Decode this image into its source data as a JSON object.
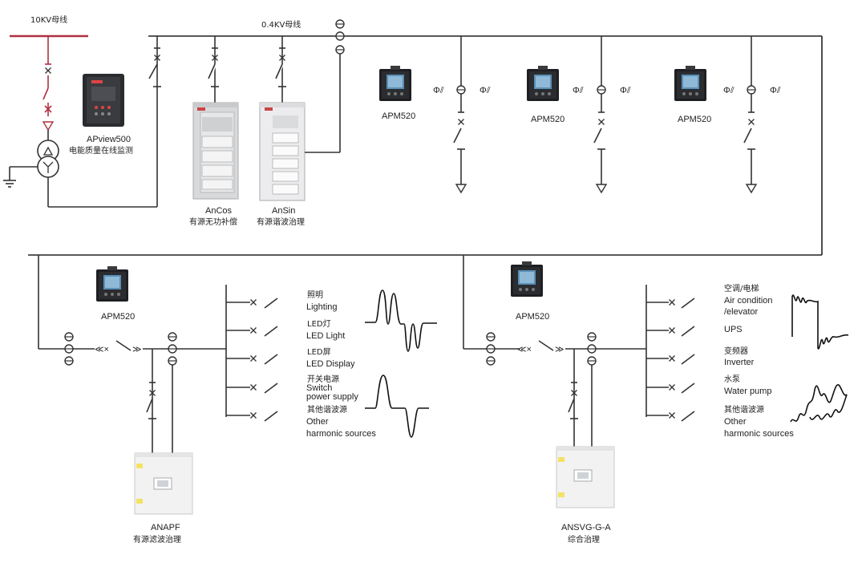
{
  "buses": {
    "hv_label": "10KV母线",
    "lv_label": "0.4KV母线"
  },
  "monitor": {
    "model": "APview500",
    "desc": "电能质量在线监测"
  },
  "cabinets": [
    {
      "model": "AnCos",
      "desc": "有源无功补偿"
    },
    {
      "model": "AnSin",
      "desc": "有源谐波治理"
    }
  ],
  "meters": {
    "label": "APM520"
  },
  "left_panel": {
    "meter_label": "APM520",
    "loads": [
      {
        "cn": "照明",
        "en": "Lighting"
      },
      {
        "cn": "LED灯",
        "en": "LED Light"
      },
      {
        "cn": "LED屏",
        "en": "LED Display"
      },
      {
        "cn": "开关电源",
        "en": "Switch",
        "en2": "power supply"
      },
      {
        "cn": "其他谐波源",
        "en": "Other",
        "en2": "harmonic sources"
      }
    ],
    "device_model": "ANAPF",
    "device_desc": "有源滤波治理"
  },
  "right_panel": {
    "meter_label": "APM520",
    "loads": [
      {
        "cn": "空调/电梯",
        "en": "Air condition",
        "en2": "/elevator"
      },
      {
        "cn": "",
        "en": "UPS"
      },
      {
        "cn": "变频器",
        "en": "Inverter"
      },
      {
        "cn": "水泵",
        "en": "Water pump"
      },
      {
        "cn": "其他谐波源",
        "en": "Other",
        "en2": "harmonic sources"
      }
    ],
    "device_model": "ANSVG-G-A",
    "device_desc": "综合治理"
  },
  "colors": {
    "line": "#333333",
    "breaker_red": "#b03040",
    "cabinet_gray": "#d8d9db",
    "device_body": "#f2f2f2",
    "warning_yellow": "#f3e264",
    "screen": "#5a8fb8"
  }
}
